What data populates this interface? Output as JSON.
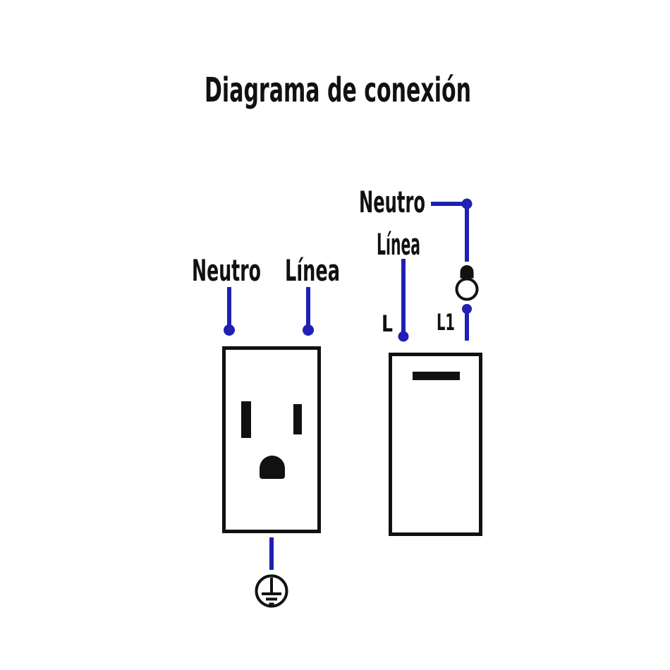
{
  "title": "Diagrama de conexión",
  "colors": {
    "wire": "#2020b4",
    "ink": "#111111",
    "background": "#ffffff"
  },
  "outlet": {
    "labels": {
      "neutral": "Neutro",
      "line": "Línea"
    },
    "icons": {
      "receptacle": "duplex-receptacle-face",
      "ground": "earth-ground-symbol"
    }
  },
  "switch": {
    "labels": {
      "neutral": "Neutro",
      "line": "Línea",
      "l_terminal": "L",
      "l1_terminal": "L1"
    },
    "icons": {
      "lamp": "light-bulb",
      "switch_body": "rocker-switch"
    }
  }
}
